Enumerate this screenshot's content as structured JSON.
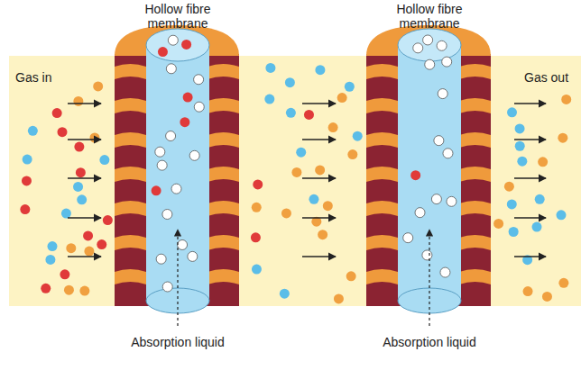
{
  "diagram": {
    "labels": [
      "Hollow fibre membrane",
      "Hollow fibre membrane",
      "Gas in",
      "Gas out",
      "Absorption liquid",
      "Absorption liquid"
    ]
  }
}
